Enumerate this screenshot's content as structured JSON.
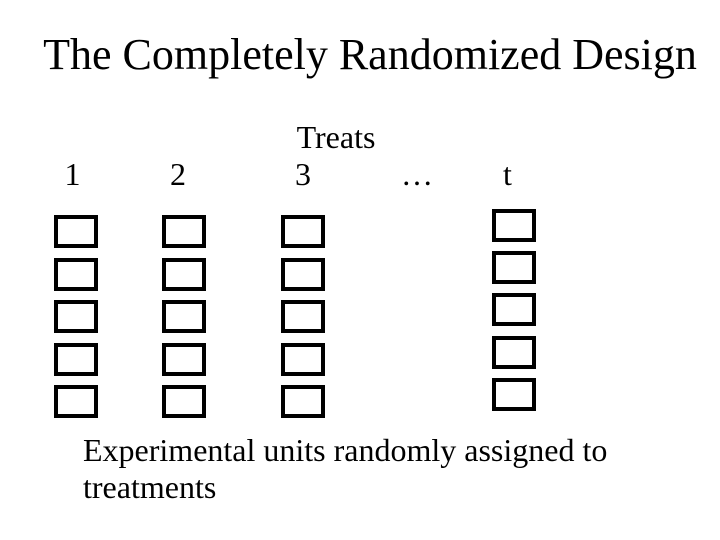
{
  "slide": {
    "title": "The Completely Randomized Design",
    "diagram": {
      "group_label": "Treats",
      "columns": [
        {
          "label": "1",
          "units": 5
        },
        {
          "label": "2",
          "units": 5
        },
        {
          "label": "3",
          "units": 5
        },
        {
          "label": "…",
          "units": 0
        },
        {
          "label": "t",
          "units": 5
        }
      ]
    },
    "caption": "Experimental units randomly assigned to treatments",
    "colors": {
      "background": "#ffffff",
      "text": "#000000",
      "box_border": "#000000",
      "box_fill": "#ffffff"
    }
  }
}
